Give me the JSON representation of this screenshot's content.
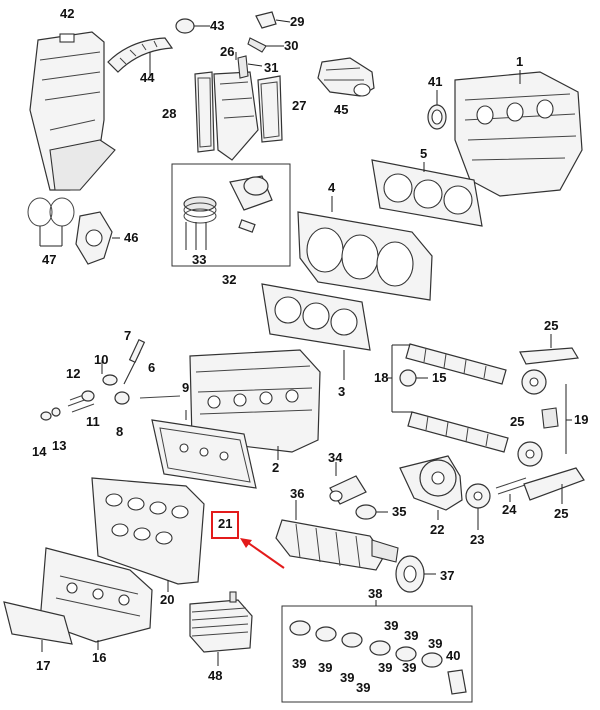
{
  "diagram": {
    "callouts": [
      {
        "id": "c1",
        "label": "1"
      },
      {
        "id": "c2",
        "label": "2"
      },
      {
        "id": "c3",
        "label": "3"
      },
      {
        "id": "c4",
        "label": "4"
      },
      {
        "id": "c5",
        "label": "5"
      },
      {
        "id": "c6",
        "label": "6"
      },
      {
        "id": "c7",
        "label": "7"
      },
      {
        "id": "c8",
        "label": "8"
      },
      {
        "id": "c9",
        "label": "9"
      },
      {
        "id": "c10",
        "label": "10"
      },
      {
        "id": "c11",
        "label": "11"
      },
      {
        "id": "c12",
        "label": "12"
      },
      {
        "id": "c13",
        "label": "13"
      },
      {
        "id": "c14",
        "label": "14"
      },
      {
        "id": "c15",
        "label": "15"
      },
      {
        "id": "c16",
        "label": "16"
      },
      {
        "id": "c17",
        "label": "17"
      },
      {
        "id": "c18",
        "label": "18"
      },
      {
        "id": "c19",
        "label": "19"
      },
      {
        "id": "c20",
        "label": "20"
      },
      {
        "id": "c21",
        "label": "21"
      },
      {
        "id": "c22",
        "label": "22"
      },
      {
        "id": "c23",
        "label": "23"
      },
      {
        "id": "c24",
        "label": "24"
      },
      {
        "id": "c25a",
        "label": "25"
      },
      {
        "id": "c25b",
        "label": "25"
      },
      {
        "id": "c25c",
        "label": "25"
      },
      {
        "id": "c26",
        "label": "26"
      },
      {
        "id": "c27",
        "label": "27"
      },
      {
        "id": "c28",
        "label": "28"
      },
      {
        "id": "c29",
        "label": "29"
      },
      {
        "id": "c30",
        "label": "30"
      },
      {
        "id": "c31",
        "label": "31"
      },
      {
        "id": "c32",
        "label": "32"
      },
      {
        "id": "c33",
        "label": "33"
      },
      {
        "id": "c34",
        "label": "34"
      },
      {
        "id": "c35",
        "label": "35"
      },
      {
        "id": "c36",
        "label": "36"
      },
      {
        "id": "c37",
        "label": "37"
      },
      {
        "id": "c38",
        "label": "38"
      },
      {
        "id": "c39a",
        "label": "39"
      },
      {
        "id": "c39b",
        "label": "39"
      },
      {
        "id": "c39c",
        "label": "39"
      },
      {
        "id": "c39d",
        "label": "39"
      },
      {
        "id": "c39e",
        "label": "39"
      },
      {
        "id": "c39f",
        "label": "39"
      },
      {
        "id": "c39g",
        "label": "39"
      },
      {
        "id": "c39h",
        "label": "39"
      },
      {
        "id": "c39i",
        "label": "39"
      },
      {
        "id": "c40",
        "label": "40"
      },
      {
        "id": "c41",
        "label": "41"
      },
      {
        "id": "c42",
        "label": "42"
      },
      {
        "id": "c43",
        "label": "43"
      },
      {
        "id": "c44",
        "label": "44"
      },
      {
        "id": "c45",
        "label": "45"
      },
      {
        "id": "c46",
        "label": "46"
      },
      {
        "id": "c47",
        "label": "47"
      },
      {
        "id": "c48",
        "label": "48"
      }
    ],
    "highlight": {
      "label_ref": "c21",
      "color": "#e31b1b"
    }
  }
}
